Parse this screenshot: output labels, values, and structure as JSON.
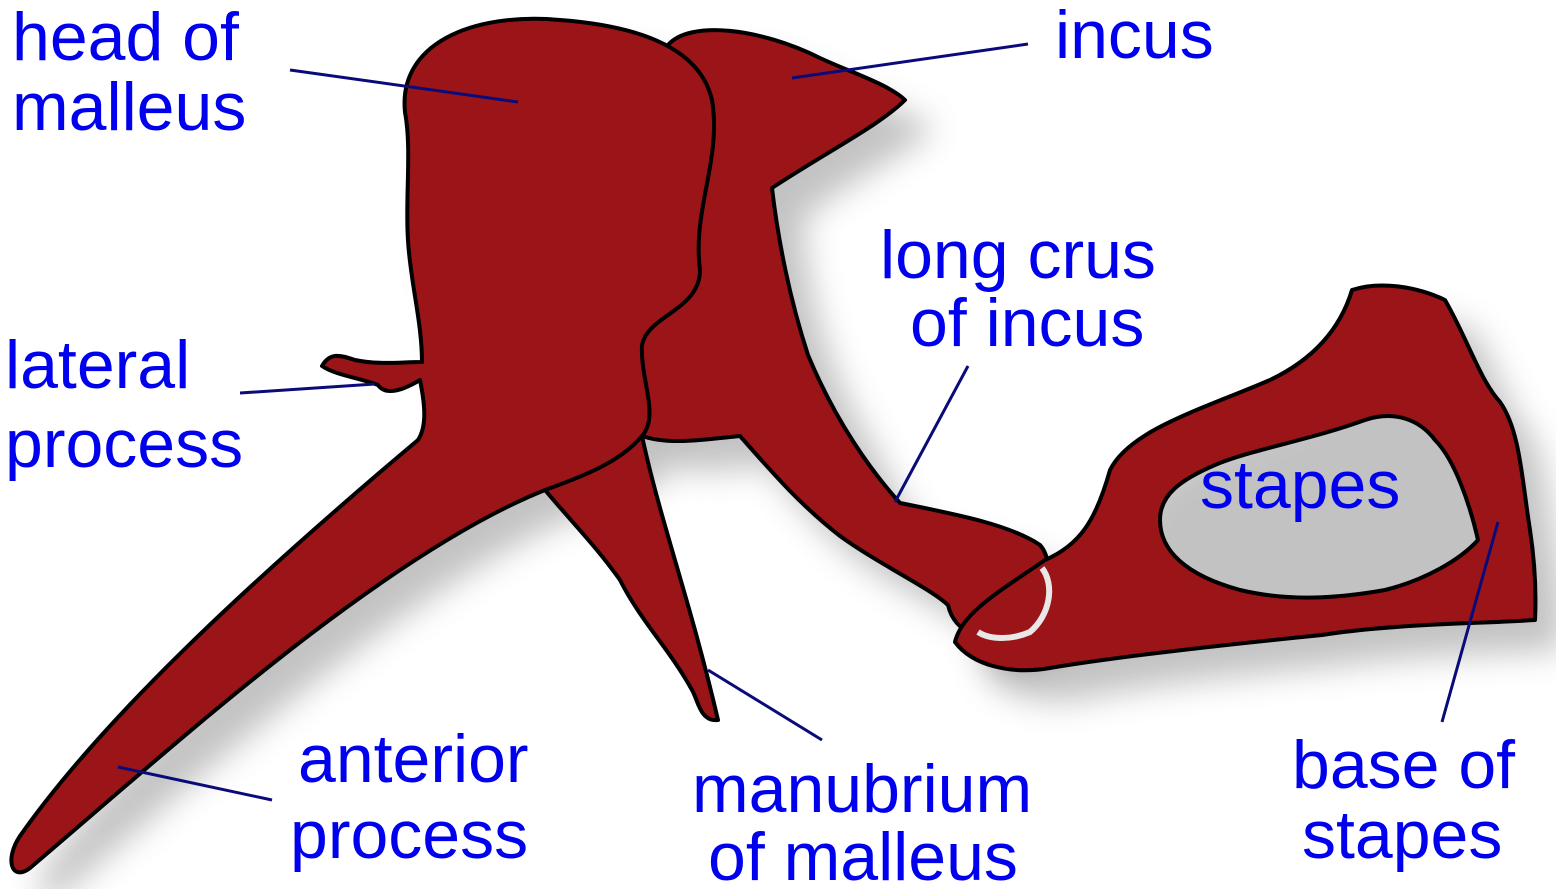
{
  "colors": {
    "bone": "#9b1418",
    "label": "#0000ee",
    "leader_line": "#0a0a7a",
    "outline": "#000000",
    "shadow": "#7a7a7a"
  },
  "labels": {
    "head_of_malleus": [
      "head of",
      "malleus"
    ],
    "incus": [
      "incus"
    ],
    "lateral_process": [
      "lateral",
      "process"
    ],
    "long_crus_of_incus": [
      "long crus",
      "of incus"
    ],
    "stapes": [
      "stapes"
    ],
    "anterior_process": [
      "anterior",
      "process"
    ],
    "manubrium_of_malleus": [
      "manubrium",
      "of malleus"
    ],
    "base_of_stapes": [
      "base of",
      "stapes"
    ]
  }
}
